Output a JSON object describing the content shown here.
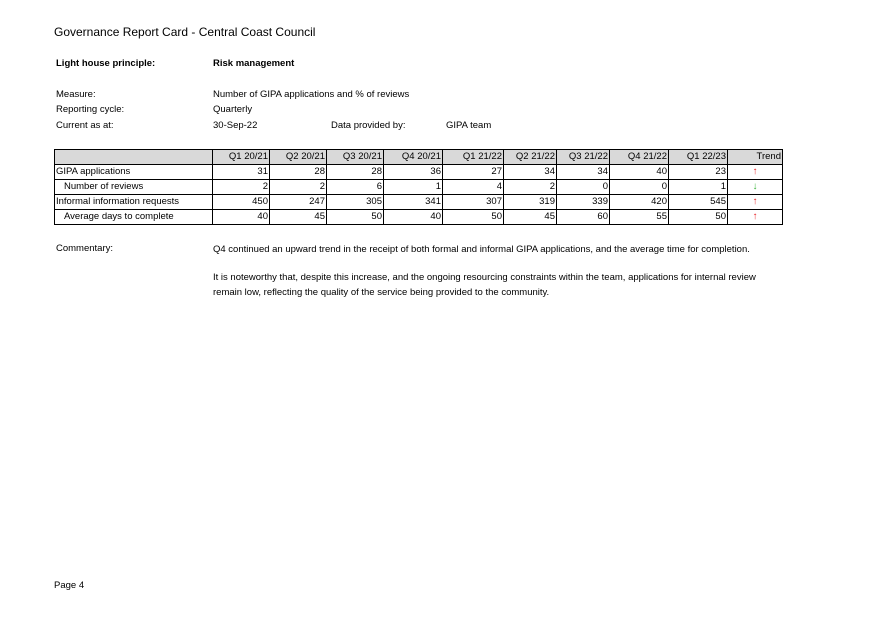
{
  "header": {
    "title": "Governance Report Card - Central Coast Council"
  },
  "principle": {
    "label": "Light house principle:",
    "value": "Risk management"
  },
  "meta": {
    "measure_label": "Measure:",
    "measure_value": "Number of GIPA applications and % of reviews",
    "cycle_label": "Reporting cycle:",
    "cycle_value": "Quarterly",
    "current_label": "Current as at:",
    "current_value": "30-Sep-22",
    "provided_label": "Data provided by:",
    "provided_value": "GIPA team"
  },
  "table": {
    "columns": [
      "",
      "Q1 20/21",
      "Q2 20/21",
      "Q3 20/21",
      "Q4 20/21",
      "Q1 21/22",
      "Q2 21/22",
      "Q3 21/22",
      "Q4 21/22",
      "Q1 22/23",
      "Trend"
    ],
    "rows": [
      {
        "label": "GIPA applications",
        "values": [
          "31",
          "28",
          "28",
          "36",
          "27",
          "34",
          "34",
          "40",
          "23"
        ],
        "trend": "↑",
        "trend_dir": "up"
      },
      {
        "label": "Number of reviews",
        "values": [
          "2",
          "2",
          "6",
          "1",
          "4",
          "2",
          "0",
          "0",
          "1"
        ],
        "trend": "↓",
        "trend_dir": "down"
      },
      {
        "label": "Informal information requests",
        "values": [
          "450",
          "247",
          "305",
          "341",
          "307",
          "319",
          "339",
          "420",
          "545"
        ],
        "trend": "↑",
        "trend_dir": "up"
      },
      {
        "label": "Average days to complete",
        "values": [
          "40",
          "45",
          "50",
          "40",
          "50",
          "45",
          "60",
          "55",
          "50"
        ],
        "trend": "↑",
        "trend_dir": "up"
      }
    ]
  },
  "commentary": {
    "label": "Commentary:",
    "p1": "Q4 continued an upward trend in the receipt of both formal and informal GIPA applications, and the average time for completion.",
    "p2": "It is noteworthy that, despite this increase, and the ongoing resourcing constraints within the team, applications for internal review remain low, reflecting the quality of the service being provided to the community."
  },
  "footer": {
    "page": "Page 4"
  }
}
